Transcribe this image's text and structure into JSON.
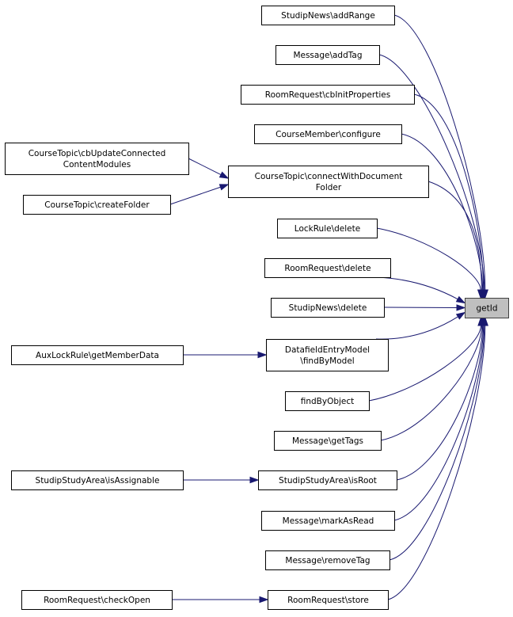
{
  "diagram": {
    "type": "call-graph",
    "focus_node": "getId",
    "colors": {
      "edge": "#191970",
      "focus_fill": "#bfbfbf",
      "node_border": "#000000",
      "node_fill": "#ffffff"
    },
    "nodes": [
      {
        "id": "getId",
        "lines": [
          "getId"
        ],
        "focus": true
      },
      {
        "id": "n1",
        "lines": [
          "StudipNews\\addRange"
        ]
      },
      {
        "id": "n2",
        "lines": [
          "Message\\addTag"
        ]
      },
      {
        "id": "n3",
        "lines": [
          "RoomRequest\\cbInitProperties"
        ]
      },
      {
        "id": "n4",
        "lines": [
          "CourseMember\\configure"
        ]
      },
      {
        "id": "n5",
        "lines": [
          "CourseTopic\\connectWithDocument",
          "Folder"
        ]
      },
      {
        "id": "n6",
        "lines": [
          "CourseTopic\\cbUpdateConnected",
          "ContentModules"
        ]
      },
      {
        "id": "n7",
        "lines": [
          "CourseTopic\\createFolder"
        ]
      },
      {
        "id": "n8",
        "lines": [
          "LockRule\\delete"
        ]
      },
      {
        "id": "n9",
        "lines": [
          "RoomRequest\\delete"
        ]
      },
      {
        "id": "n10",
        "lines": [
          "StudipNews\\delete"
        ]
      },
      {
        "id": "n11",
        "lines": [
          "DatafieldEntryModel",
          "\\findByModel"
        ]
      },
      {
        "id": "n12",
        "lines": [
          "AuxLockRule\\getMemberData"
        ]
      },
      {
        "id": "n13",
        "lines": [
          "findByObject"
        ]
      },
      {
        "id": "n14",
        "lines": [
          "Message\\getTags"
        ]
      },
      {
        "id": "n15",
        "lines": [
          "StudipStudyArea\\isRoot"
        ]
      },
      {
        "id": "n16",
        "lines": [
          "StudipStudyArea\\isAssignable"
        ]
      },
      {
        "id": "n17",
        "lines": [
          "Message\\markAsRead"
        ]
      },
      {
        "id": "n18",
        "lines": [
          "Message\\removeTag"
        ]
      },
      {
        "id": "n19",
        "lines": [
          "RoomRequest\\store"
        ]
      },
      {
        "id": "n20",
        "lines": [
          "RoomRequest\\checkOpen"
        ]
      }
    ],
    "edges": [
      {
        "from": "n1",
        "to": "getId"
      },
      {
        "from": "n2",
        "to": "getId"
      },
      {
        "from": "n3",
        "to": "getId"
      },
      {
        "from": "n4",
        "to": "getId"
      },
      {
        "from": "n5",
        "to": "getId"
      },
      {
        "from": "n6",
        "to": "n5"
      },
      {
        "from": "n7",
        "to": "n5"
      },
      {
        "from": "n8",
        "to": "getId"
      },
      {
        "from": "n9",
        "to": "getId"
      },
      {
        "from": "n10",
        "to": "getId"
      },
      {
        "from": "n11",
        "to": "getId"
      },
      {
        "from": "n12",
        "to": "n11"
      },
      {
        "from": "n13",
        "to": "getId"
      },
      {
        "from": "n14",
        "to": "getId"
      },
      {
        "from": "n15",
        "to": "getId"
      },
      {
        "from": "n16",
        "to": "n15"
      },
      {
        "from": "n17",
        "to": "getId"
      },
      {
        "from": "n18",
        "to": "getId"
      },
      {
        "from": "n19",
        "to": "getId"
      },
      {
        "from": "n20",
        "to": "n19"
      }
    ]
  }
}
